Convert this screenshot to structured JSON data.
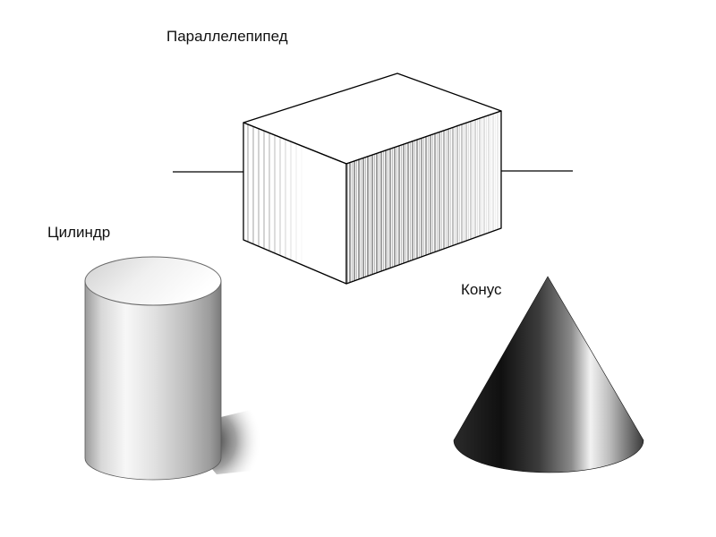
{
  "labels": {
    "parallelepiped": "Параллелепипед",
    "cylinder": "Цилиндр",
    "cone": "Конус"
  },
  "colors": {
    "background": "#ffffff",
    "line": "#000000",
    "text": "#111111"
  }
}
